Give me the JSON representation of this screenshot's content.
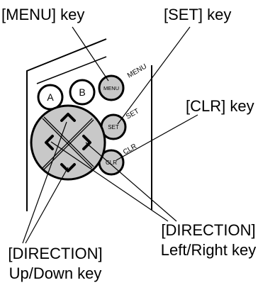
{
  "callouts": {
    "menu_key": "[MENU] key",
    "set_key": "[SET] key",
    "clr_key": "[CLR] key",
    "direction_lr_line1": "[DIRECTION]",
    "direction_lr_line2": "Left/Right key",
    "direction_ud_line1": "[DIRECTION]",
    "direction_ud_line2": "Up/Down key"
  },
  "buttons": {
    "a": "A",
    "b": "B",
    "menu": "MENU",
    "set": "SET",
    "clr": "CLR"
  },
  "panel_labels": {
    "menu": "MENU",
    "set": "SET",
    "clr": "CLR"
  },
  "colors": {
    "key_fill": "#c8c8c8",
    "button_fill": "#ffffff",
    "line": "#000000"
  }
}
